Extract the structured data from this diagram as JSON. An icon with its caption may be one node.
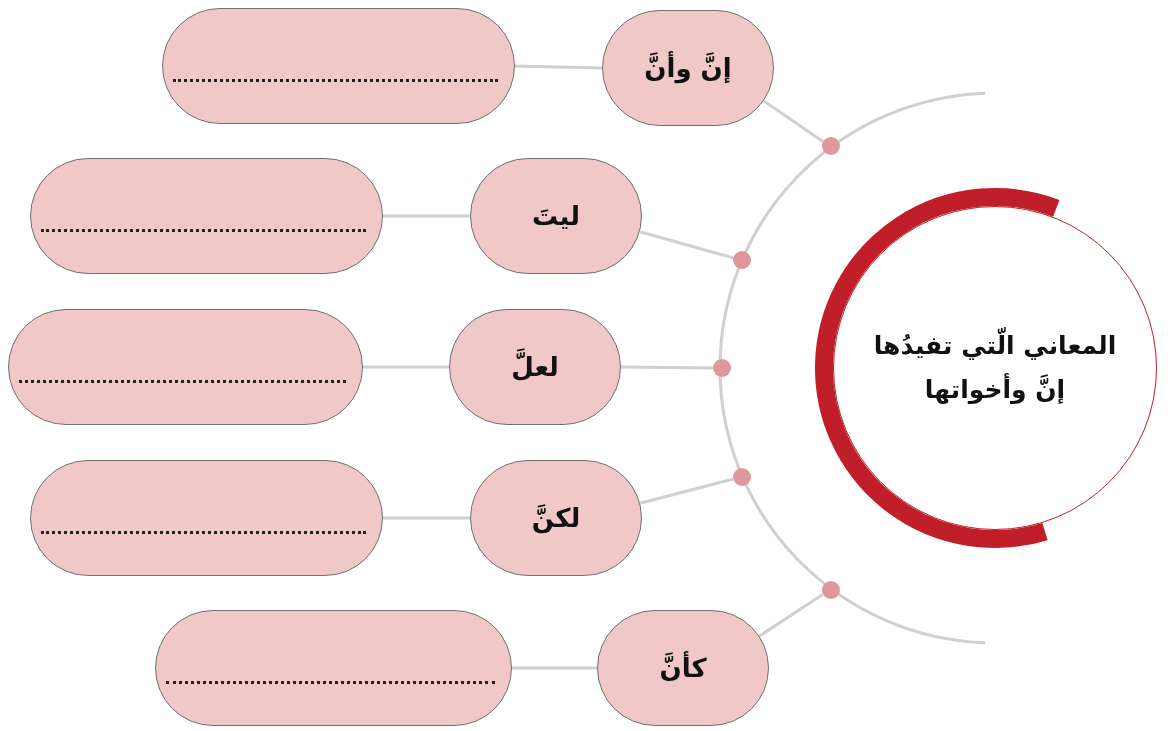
{
  "diagram": {
    "nodes": [
      {
        "text": [
          "المعاني الّتي تفيدُها إنَّ وأخواتها"
        ]
      },
      {
        "text": [
          "إنَّ وأنَّ"
        ]
      },
      {
        "text": [
          "ليتَ"
        ]
      },
      {
        "text": [
          "لعلَّ"
        ]
      },
      {
        "text": [
          "لكنَّ"
        ]
      },
      {
        "text": [
          "كأنَّ"
        ]
      },
      {
        "text": [],
        "shape": "box"
      },
      {
        "text": [],
        "shape": "box"
      },
      {
        "text": [],
        "shape": "box"
      },
      {
        "text": [],
        "shape": "box"
      },
      {
        "text": [],
        "shape": "box"
      },
      {
        "text": [],
        "shape": "circle"
      },
      {
        "text": [],
        "shape": "circle"
      },
      {
        "text": [],
        "shape": "circle"
      },
      {
        "text": [],
        "shape": "circle"
      },
      {
        "text": [],
        "shape": "circle"
      }
    ],
    "edges": [
      {
        "from": 11,
        "to": 1,
        "arrow": "none"
      },
      {
        "from": 12,
        "to": 2,
        "arrow": "none"
      },
      {
        "from": 13,
        "to": 3,
        "arrow": "none"
      },
      {
        "from": 14,
        "to": 4,
        "arrow": "none"
      },
      {
        "from": 15,
        "to": 5,
        "arrow": "none"
      },
      {
        "from": 1,
        "to": 6,
        "arrow": "none"
      },
      {
        "from": 2,
        "to": 7,
        "arrow": "none"
      },
      {
        "from": 3,
        "to": 8,
        "arrow": "none"
      },
      {
        "from": 4,
        "to": 9,
        "arrow": "none"
      },
      {
        "from": 5,
        "to": 10,
        "arrow": "none"
      }
    ]
  }
}
